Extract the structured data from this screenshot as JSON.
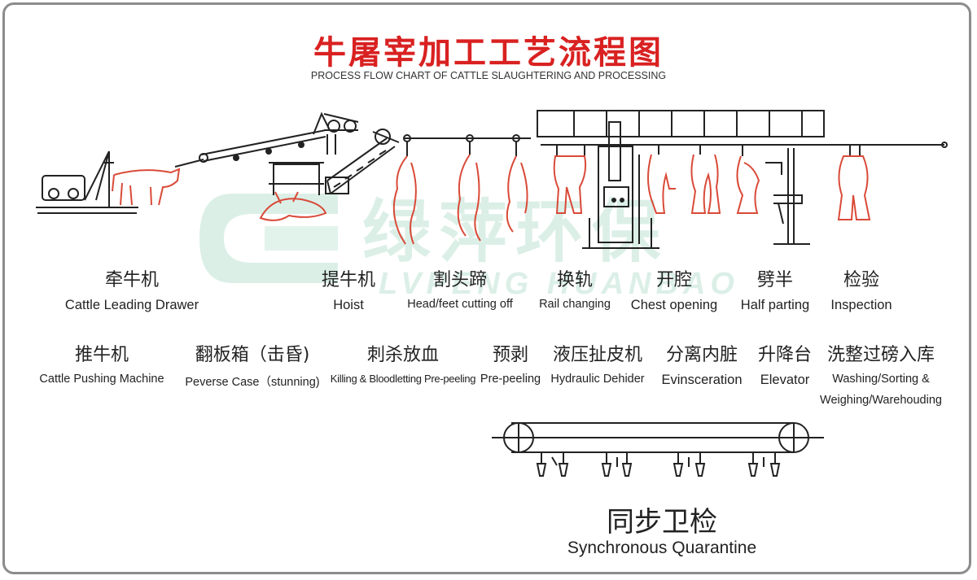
{
  "title": {
    "cn": "牛屠宰加工工艺流程图",
    "en": "PROCESS FLOW CHART OF CATTLE SLAUGHTERING AND PROCESSING"
  },
  "watermark": {
    "cn": "绿萍环保",
    "en": "LVPENG HUANBAO"
  },
  "row1": [
    {
      "cn": "牵牛机",
      "en": "Cattle Leading Drawer"
    },
    {
      "cn": "提牛机",
      "en": "Hoist"
    },
    {
      "cn": "割头蹄",
      "en": "Head/feet cutting off"
    },
    {
      "cn": "换轨",
      "en": "Rail changing"
    },
    {
      "cn": "开腔",
      "en": "Chest opening"
    },
    {
      "cn": "劈半",
      "en": "Half parting"
    },
    {
      "cn": "检验",
      "en": "Inspection"
    }
  ],
  "row2": [
    {
      "cn": "推牛机",
      "en": "Cattle Pushing Machine"
    },
    {
      "cn": "翻板箱（击昏)",
      "en": "Peverse Case（stunning)"
    },
    {
      "cn": "刺杀放血",
      "en": "Killing & Bloodletting Pre-peeling"
    },
    {
      "cn": "预剥",
      "en": "Pre-peeling"
    },
    {
      "cn": "液压扯皮机",
      "en": "Hydraulic Dehider"
    },
    {
      "cn": "分离内脏",
      "en": "Evinsceration"
    },
    {
      "cn": "升降台",
      "en": "Elevator"
    },
    {
      "cn": "洗整过磅入库",
      "en": "Washing/Sorting &",
      "en2": "Weighing/Warehouding"
    }
  ],
  "sync": {
    "cn": "同步卫检",
    "en": "Synchronous Quarantine"
  },
  "colors": {
    "title": "#d92121",
    "carcass": "#d94a38",
    "line": "#222222",
    "watermark": "#cfeadf"
  }
}
